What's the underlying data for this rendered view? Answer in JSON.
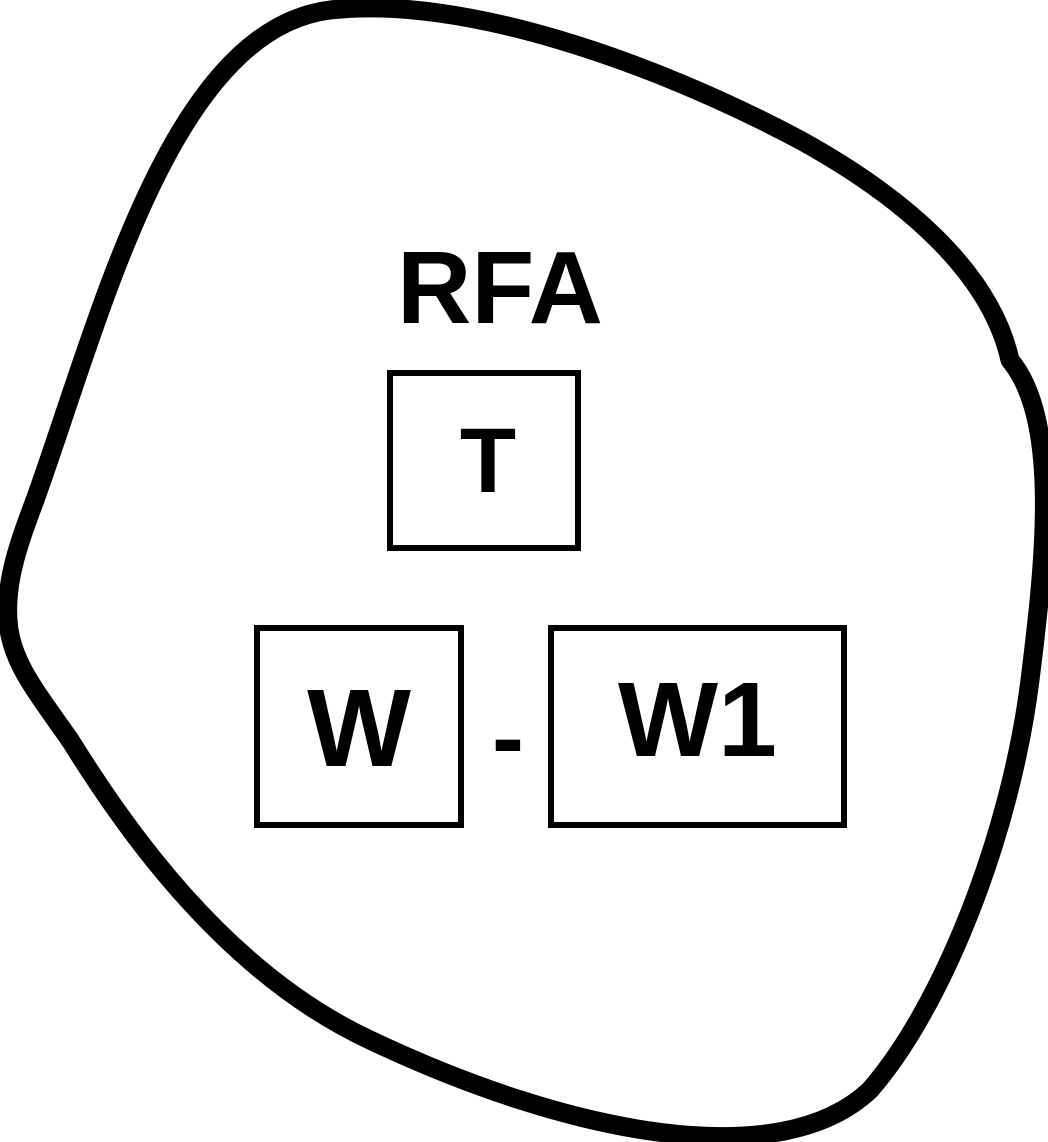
{
  "diagram": {
    "title": "RFA",
    "top_box": {
      "label": "T"
    },
    "left_box": {
      "label": "W"
    },
    "separator": "-",
    "right_box": {
      "label": "W1"
    }
  },
  "colors": {
    "stroke": "#000000",
    "background": "#ffffff"
  }
}
